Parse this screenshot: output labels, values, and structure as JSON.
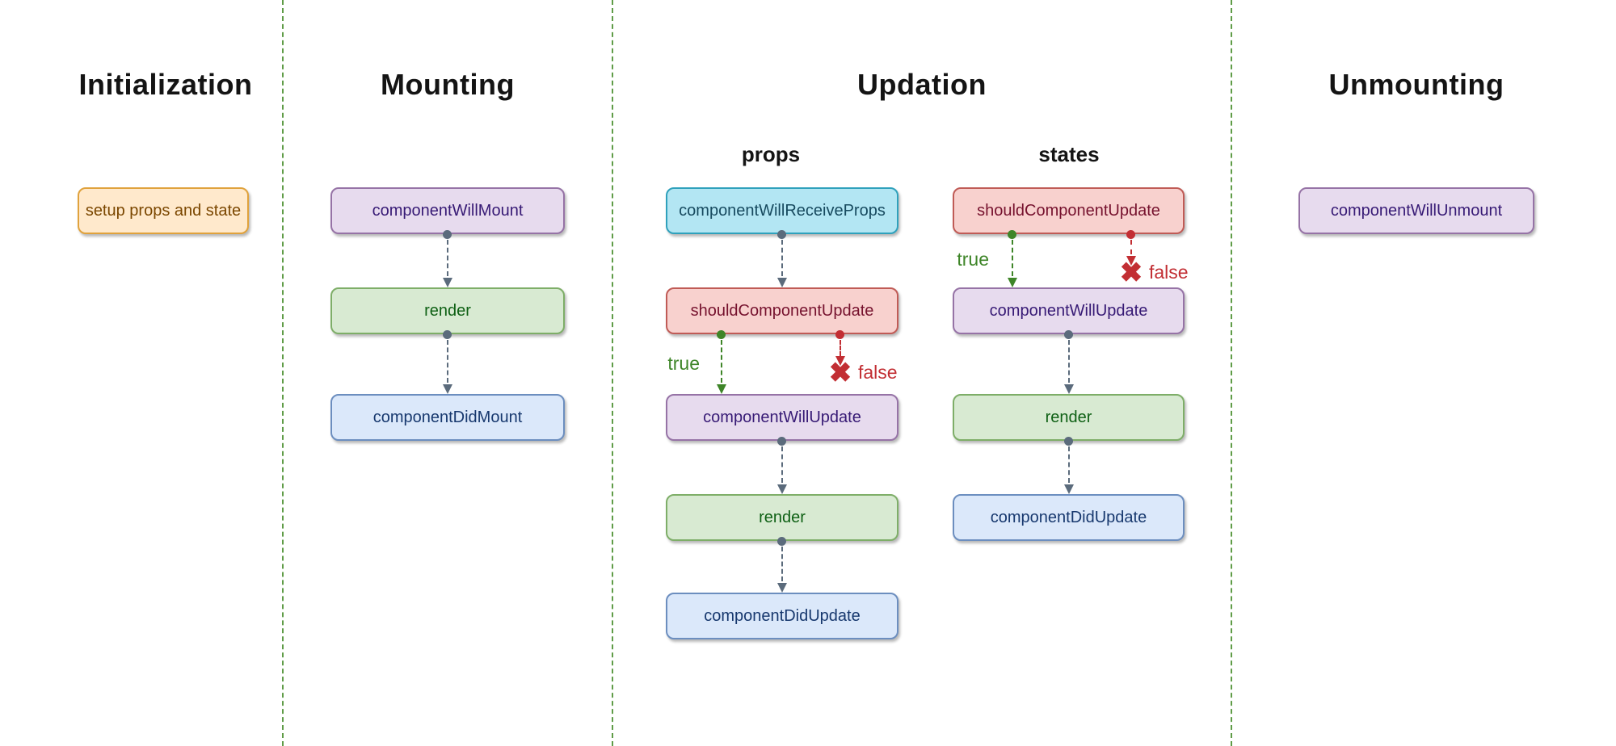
{
  "headings": {
    "initialization": "Initialization",
    "mounting": "Mounting",
    "updation": "Updation",
    "unmounting": "Unmounting"
  },
  "subheadings": {
    "props": "props",
    "states": "states"
  },
  "nodes": {
    "setup": "setup props and state",
    "mount_will": "componentWillMount",
    "mount_render": "render",
    "mount_did": "componentDidMount",
    "props_receive": "componentWillReceiveProps",
    "props_should": "shouldComponentUpdate",
    "props_will_update": "componentWillUpdate",
    "props_render": "render",
    "props_did_update": "componentDidUpdate",
    "states_should": "shouldComponentUpdate",
    "states_will_update": "componentWillUpdate",
    "states_render": "render",
    "states_did_update": "componentDidUpdate",
    "unmount_will": "componentWillUnmount"
  },
  "branch_labels": {
    "true_label": "true",
    "false_label": "false"
  },
  "icons": {
    "x_mark": "✖"
  },
  "colors": {
    "divider_green": "#5F9C47",
    "connector_slate": "#5B6B7C",
    "branch_true_green": "#3E8528",
    "branch_false_red": "#C22E33",
    "node_orange_fill": "#FFE9CC",
    "node_orange_border": "#E0A23C",
    "node_orange_text": "#7B4700",
    "node_purple_fill": "#E7DBEE",
    "node_purple_border": "#9673A6",
    "node_purple_text": "#371A75",
    "node_green_fill": "#D8EAD2",
    "node_green_border": "#7EAE68",
    "node_green_text": "#0E6014",
    "node_blue_fill": "#DBE8FA",
    "node_blue_border": "#6C8EBF",
    "node_blue_text": "#17386E",
    "node_cyan_fill": "#B3E6F3",
    "node_cyan_border": "#2FA1BC",
    "node_cyan_text": "#174A5F",
    "node_red_fill": "#F8D1CE",
    "node_red_border": "#C05B56",
    "node_red_text": "#76122E"
  }
}
